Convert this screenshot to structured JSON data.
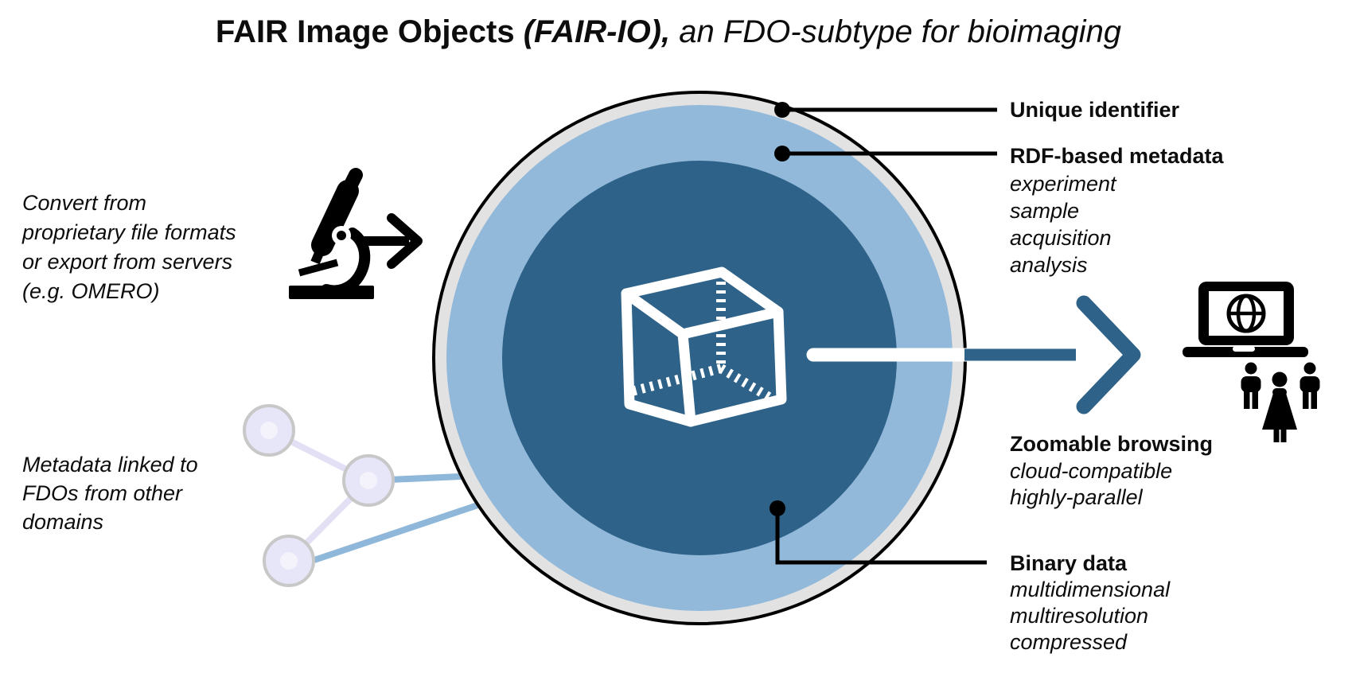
{
  "title": {
    "part1": "FAIR Image Objects ",
    "part2": "(FAIR-IO), ",
    "part3": "an FDO-subtype for bioimaging"
  },
  "left_notes": {
    "convert": [
      "Convert from",
      "proprietary file formats",
      "or export from servers",
      "(e.g. OMERO)"
    ],
    "linked": [
      "Metadata linked to",
      "FDOs from other",
      "domains"
    ]
  },
  "callouts": {
    "unique": {
      "label": "Unique identifier"
    },
    "rdf": {
      "label": "RDF-based metadata",
      "details": [
        "experiment",
        "sample",
        "acquisition",
        "analysis"
      ]
    },
    "zoomable": {
      "label": "Zoomable browsing",
      "details": [
        "cloud-compatible",
        "highly-parallel"
      ]
    },
    "binary": {
      "label": "Binary data",
      "details": [
        "multidimensional",
        "multiresolution",
        "compressed"
      ]
    }
  },
  "icons": {
    "microscope": "microscope-icon",
    "convert_arrow": "arrow-right-icon",
    "network": "linked-nodes-icon",
    "cube": "fdo-cube-icon",
    "export_arrow": "export-arrow-icon",
    "laptop": "laptop-globe-icon",
    "users": "users-icon"
  },
  "colors": {
    "dark_blue": "#2e6288",
    "light_blue": "#93b9da",
    "ring_gray": "#e2e2e2",
    "outline": "#000000",
    "connector_blue": "#8fb7d9",
    "lavender_line": "#e3e0f6",
    "node_fill": "#e7e5f8",
    "node_inner": "#f4f3fc",
    "node_stroke": "#c8c8c8",
    "white": "#ffffff",
    "text": "#0d0d0d"
  }
}
